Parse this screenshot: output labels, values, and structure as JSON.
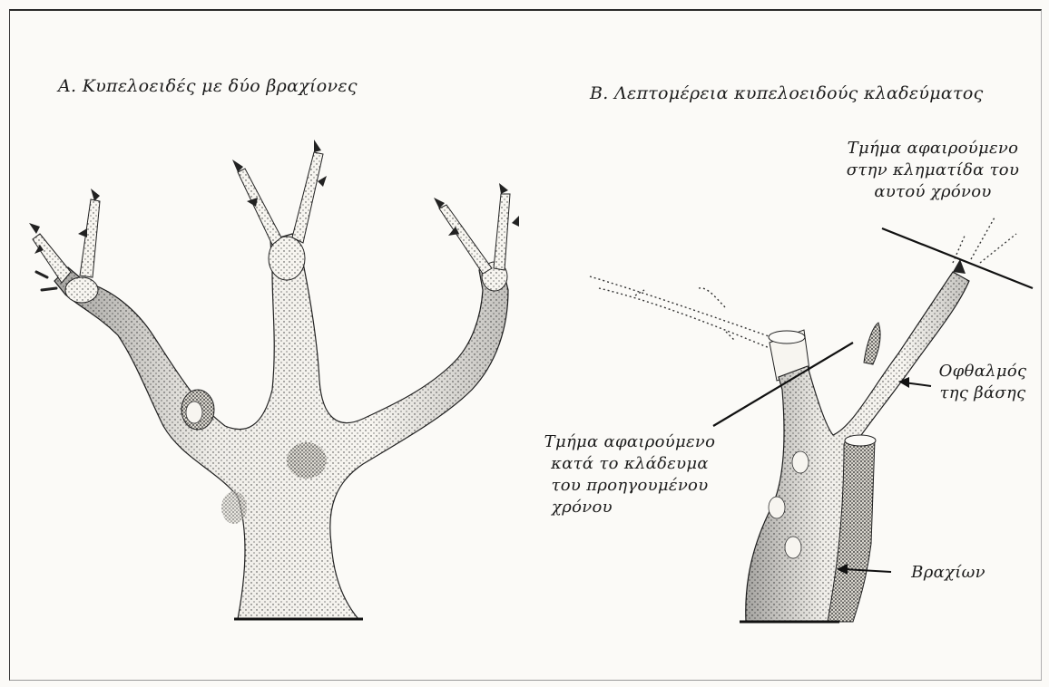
{
  "panel_a": {
    "title": "A. Κυπελοειδές με δύο βραχίονες"
  },
  "panel_b": {
    "title": "B. Λεπτομέρεια κυπελοειδούς κλαδεύματος",
    "label_current_year": [
      "Τμήμα αφαιρούμενο",
      "στην κληματίδα του",
      "αυτού χρόνου"
    ],
    "label_previous_year": [
      "Τμήμα αφαιρούμενο",
      "κατά το κλάδευμα",
      "του προηγουμένου",
      "χρόνου"
    ],
    "label_base_eye": [
      "Οφθαλμός",
      "της βάσης"
    ],
    "label_arm": "Βραχίων"
  },
  "colors": {
    "ink": "#1c1c1c",
    "stipple": "#2b2b2b",
    "paper": "#fbfaf7"
  }
}
